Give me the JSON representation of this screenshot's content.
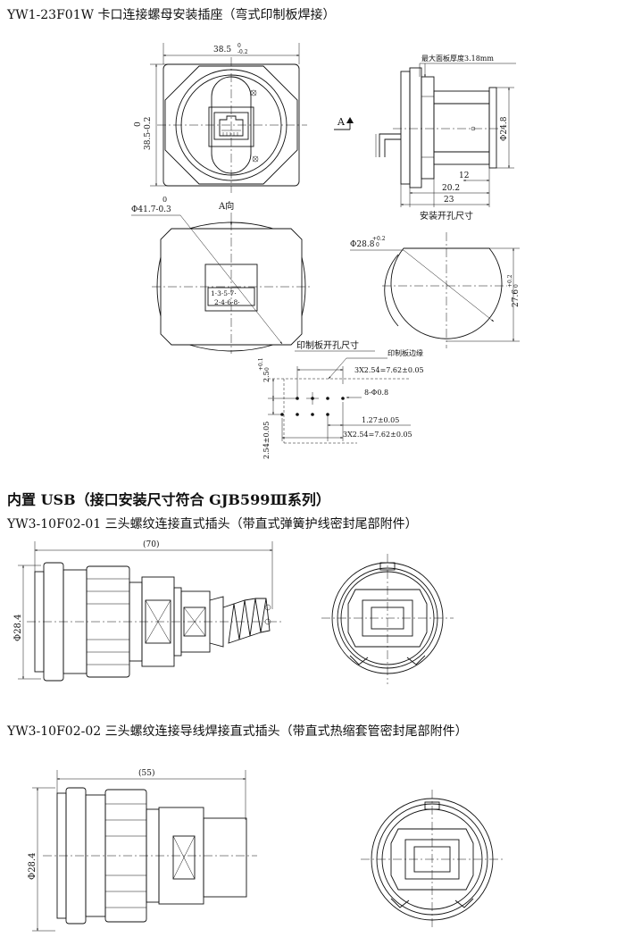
{
  "titles": {
    "t1": "YW1-23F01W 卡口连接螺母安装插座（弯式印制板焊接）",
    "section": "内置 USB（接口安装尺寸符合 GJB599Ⅲ系列）",
    "t2": "YW3-10F02-01 三头螺纹连接直式插头（带直式弹簧护线密封尾部附件）",
    "t3": "YW3-10F02-02 三头螺纹连接导线焊接直式插头（带直式热缩套管密封尾部附件）"
  },
  "fig1": {
    "width_dim": "38.5",
    "width_tol_up": "0",
    "width_tol_low": "-0.2",
    "height_tol_up": "0",
    "height_dim": "38.5-0.2",
    "view_marker": "A",
    "thickness_note": "最大面板厚度3.18mm",
    "dia_248": "Φ24.8",
    "d12": "12",
    "d202": "20.2",
    "d23": "23",
    "mount_hole": "安装开孔尺寸",
    "view_a": "A向",
    "dia417_tol": "0",
    "dia417": "Φ41.7-0.3",
    "pins_top": "1·3·5·7·",
    "pins_bottom": "2·4·6·8·",
    "dia288": "Φ28.8",
    "dia288_tol_up": "+0.2",
    "dia288_tol_low": "0",
    "d276": "27.6",
    "d276_tol_up": "+0.2",
    "d276_tol_low": "0",
    "pcb_hole": "印制板开孔尺寸"
  },
  "fig2": {
    "pcb_edge": "印制板边缘",
    "pitch_top": "3X2.54=7.62±0.05",
    "holes": "8-Φ0.8",
    "d127": "1.27±0.05",
    "pitch_bottom": "3X2.54=7.62±0.05",
    "d25": "2.5",
    "d25_tol_up": "+0.1",
    "d25_tol_low": "0",
    "d254": "2.54±0.05"
  },
  "fig3": {
    "length": "(70)",
    "dia": "Φ28.4"
  },
  "fig4": {
    "length": "(55)",
    "dia": "Φ28.4"
  }
}
